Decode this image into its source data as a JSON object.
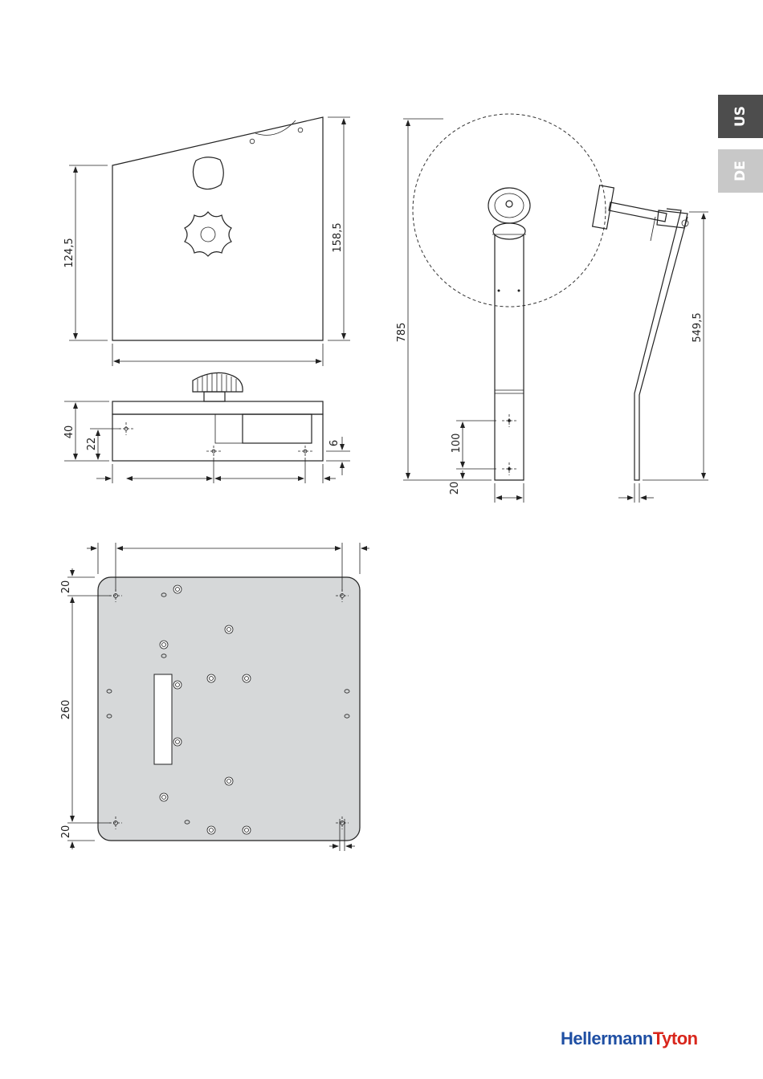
{
  "language_tabs": [
    {
      "label": "US",
      "active": true,
      "color": "#4d4d4d"
    },
    {
      "label": "DE",
      "active": false,
      "color": "#c8c8c8"
    }
  ],
  "dimensions": {
    "side_left": "124,5",
    "side_right": "158,5",
    "front_height": "40",
    "front_inner": "22",
    "front_right": "6",
    "stand_height": "785",
    "stand_arm": "549,5",
    "stand_holes": "100",
    "stand_bottom": "20",
    "base_top": "20",
    "base_middle": "260",
    "base_bottom": "20"
  },
  "brand": {
    "part1": "Hellermann",
    "part2": "Tyton",
    "color1": "#1f4fa3",
    "color2": "#d8261c"
  }
}
